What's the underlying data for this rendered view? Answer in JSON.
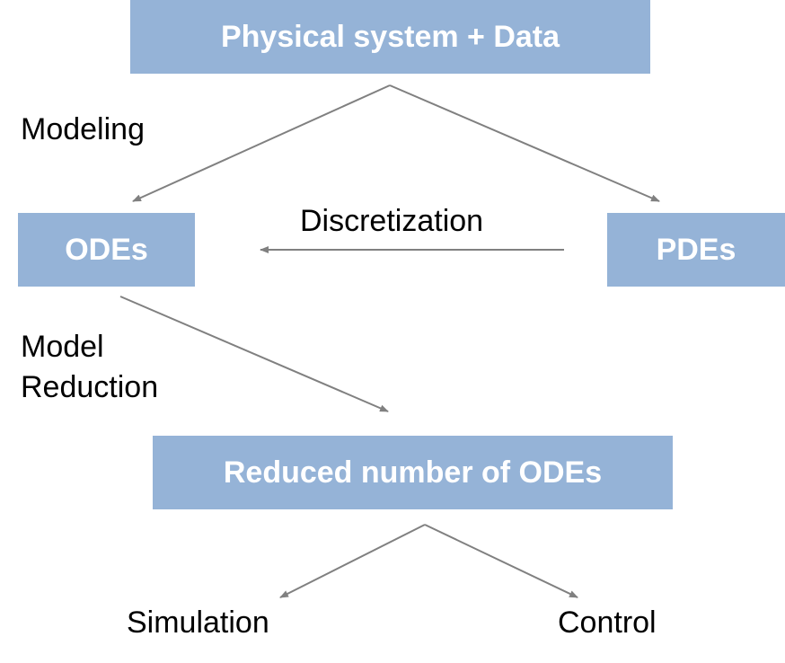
{
  "nodes": {
    "physical_system": "Physical system + Data",
    "odes": "ODEs",
    "pdes": "PDEs",
    "reduced_odes": "Reduced number of ODEs"
  },
  "edge_labels": {
    "modeling": "Modeling",
    "discretization": "Discretization",
    "model_reduction_line1": "Model",
    "model_reduction_line2": "Reduction"
  },
  "outputs": {
    "simulation": "Simulation",
    "control": "Control"
  },
  "colors": {
    "box_fill": "#95b3d7",
    "box_text": "#ffffff",
    "arrow": "#808080",
    "label_text": "#000000"
  }
}
